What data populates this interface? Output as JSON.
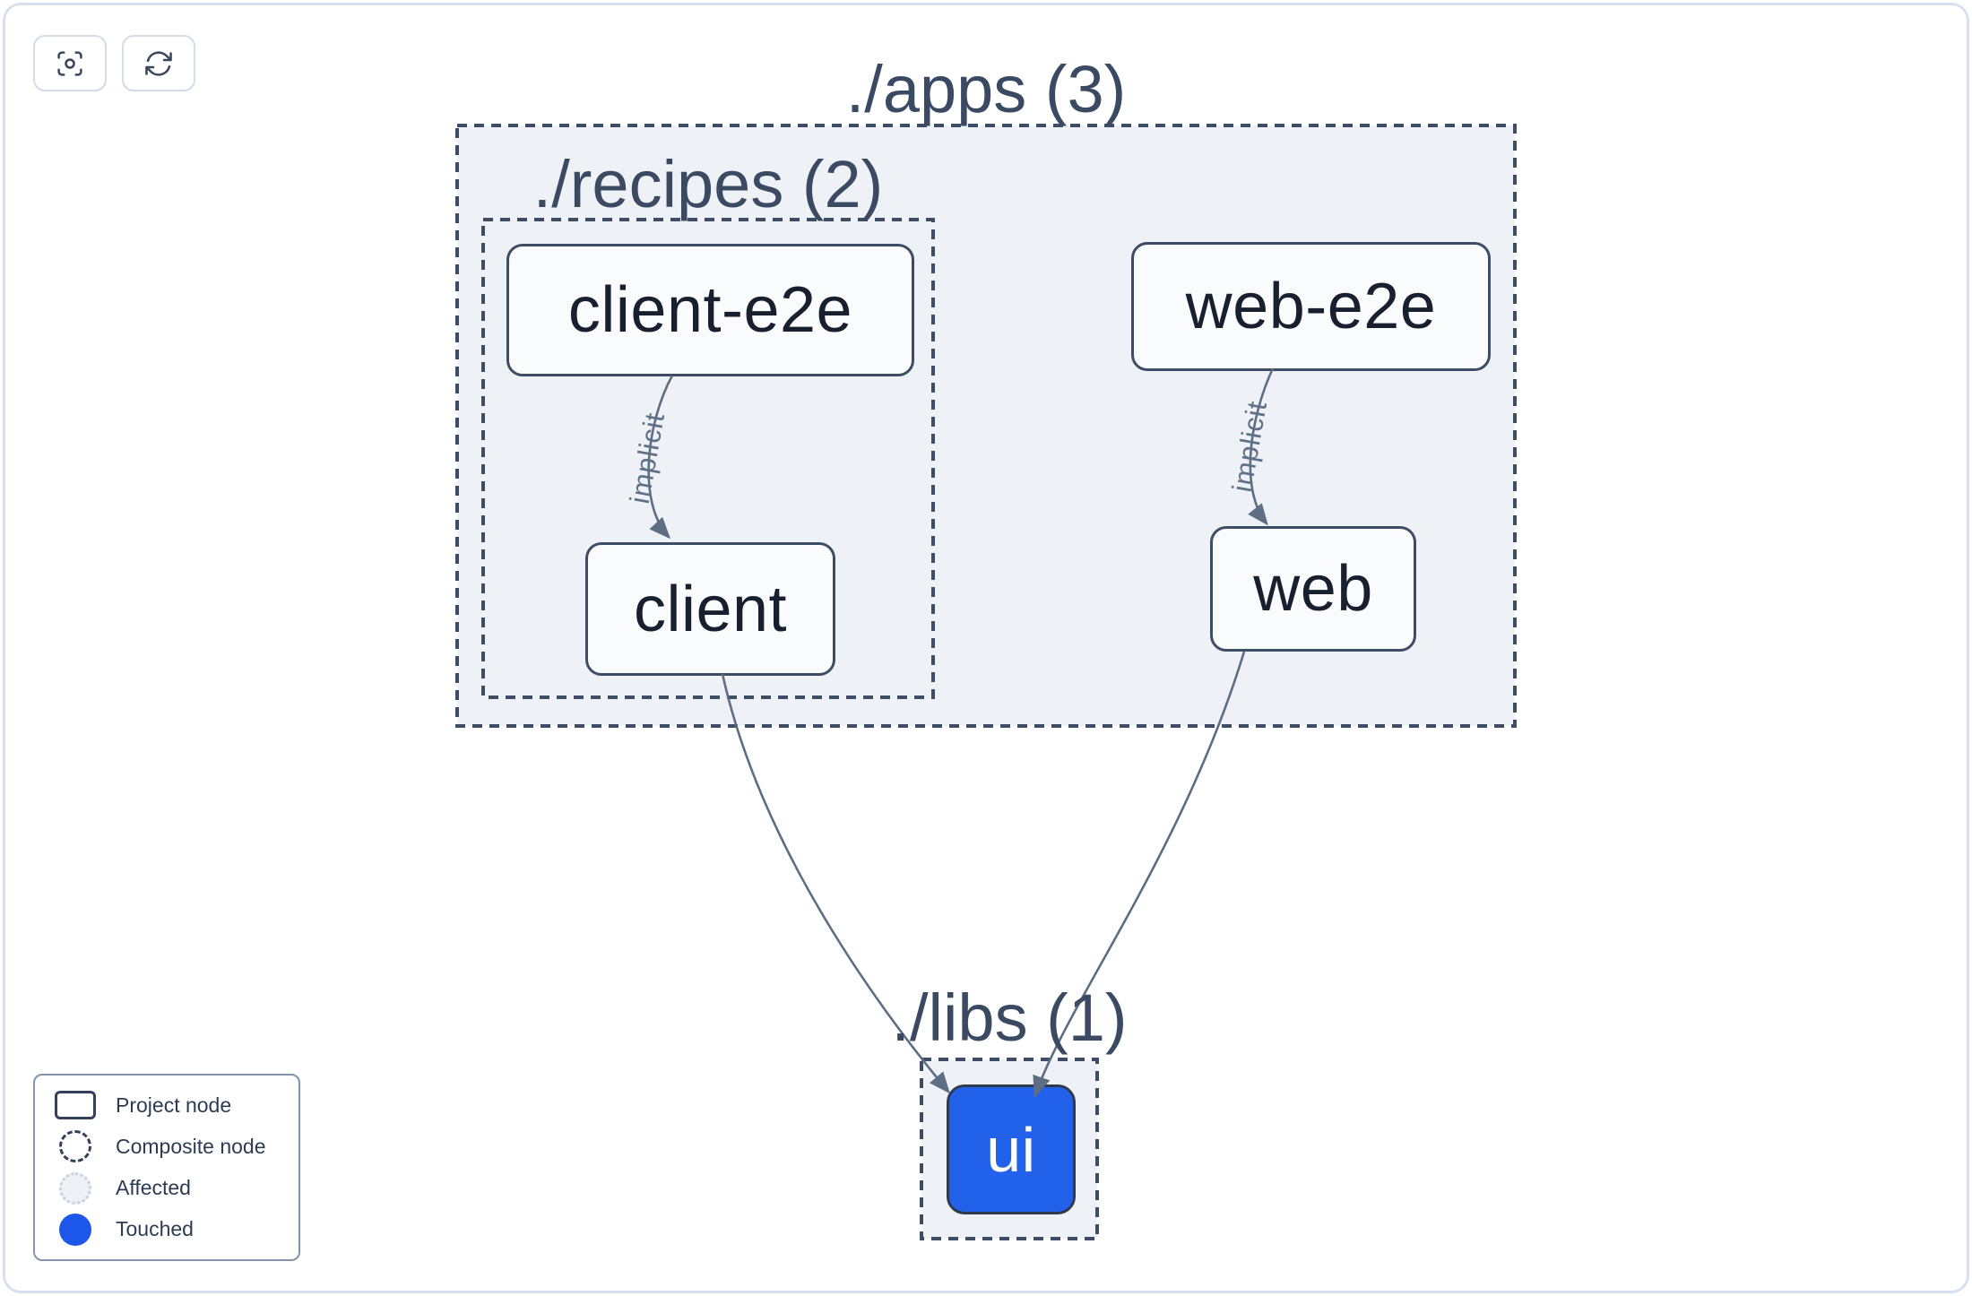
{
  "toolbar": {
    "buttons": [
      {
        "icon": "viewfinder-center-icon",
        "action": "center-graph"
      },
      {
        "icon": "refresh-icon",
        "action": "refresh-graph"
      }
    ]
  },
  "graph": {
    "groups": [
      {
        "id": "apps",
        "label": "./apps (3)"
      },
      {
        "id": "recipes",
        "label": "./recipes (2)"
      },
      {
        "id": "libs",
        "label": "./libs (1)"
      }
    ],
    "nodes": [
      {
        "id": "client-e2e",
        "label": "client-e2e",
        "state": "default",
        "group": "recipes"
      },
      {
        "id": "web-e2e",
        "label": "web-e2e",
        "state": "default",
        "group": "apps"
      },
      {
        "id": "client",
        "label": "client",
        "state": "default",
        "group": "recipes"
      },
      {
        "id": "web",
        "label": "web",
        "state": "default",
        "group": "apps"
      },
      {
        "id": "ui",
        "label": "ui",
        "state": "touched",
        "group": "libs"
      }
    ],
    "edges": [
      {
        "from": "client-e2e",
        "to": "client",
        "label": "implicit"
      },
      {
        "from": "web-e2e",
        "to": "web",
        "label": "implicit"
      },
      {
        "from": "client",
        "to": "ui",
        "label": ""
      },
      {
        "from": "web",
        "to": "ui",
        "label": ""
      }
    ]
  },
  "legend": {
    "items": [
      {
        "icon": "project-node-icon",
        "label": "Project node"
      },
      {
        "icon": "composite-node-icon",
        "label": "Composite node"
      },
      {
        "icon": "affected-icon",
        "label": "Affected"
      },
      {
        "icon": "touched-icon",
        "label": "Touched"
      }
    ]
  },
  "colors": {
    "touched_blue": "#2261ea",
    "container_fill": "#eef1f6",
    "dashed_border": "#3e4d66",
    "node_border": "#3e4d66",
    "node_fill": "#fafbfd",
    "edge": "#5d6d83",
    "title_text": "#3b4a63",
    "card_border": "#d8dfee"
  }
}
